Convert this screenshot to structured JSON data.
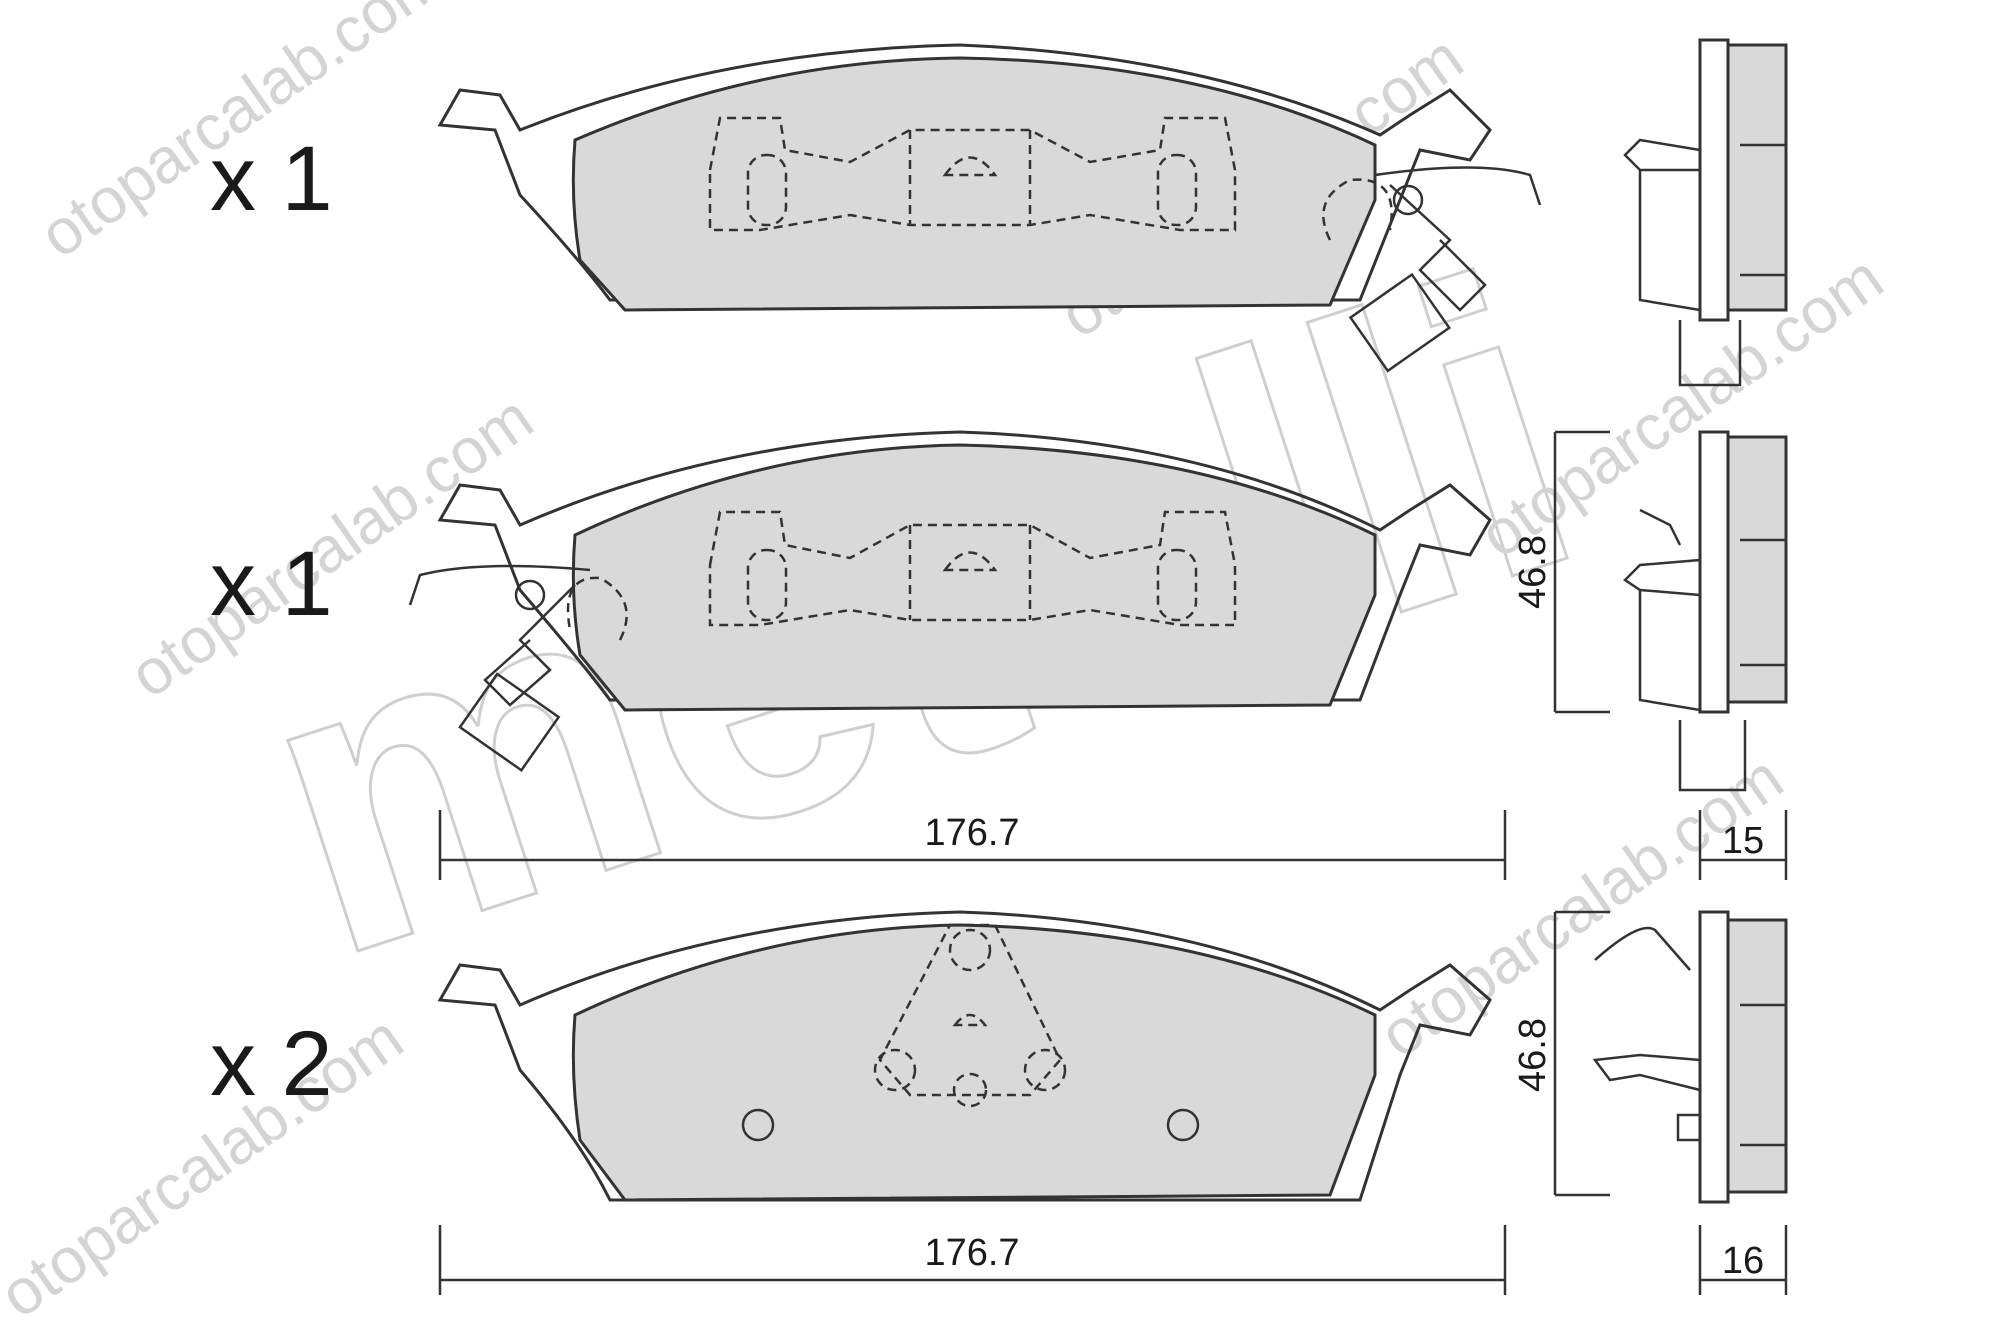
{
  "colors": {
    "pad_fill": "#d9d9d9",
    "line": "#333333",
    "watermark": "#d4d4d4",
    "background": "#ffffff"
  },
  "watermark": {
    "text": "otoparcalab.com",
    "logo": "metelli"
  },
  "rows": [
    {
      "quantity": "x 1"
    },
    {
      "quantity": "x 1"
    },
    {
      "quantity": "x 2"
    }
  ],
  "dimensions": {
    "length_1": "176.7",
    "length_2": "176.7",
    "height_1": "46.8",
    "height_2": "46.8",
    "thickness_1": "15",
    "thickness_2": "16"
  }
}
